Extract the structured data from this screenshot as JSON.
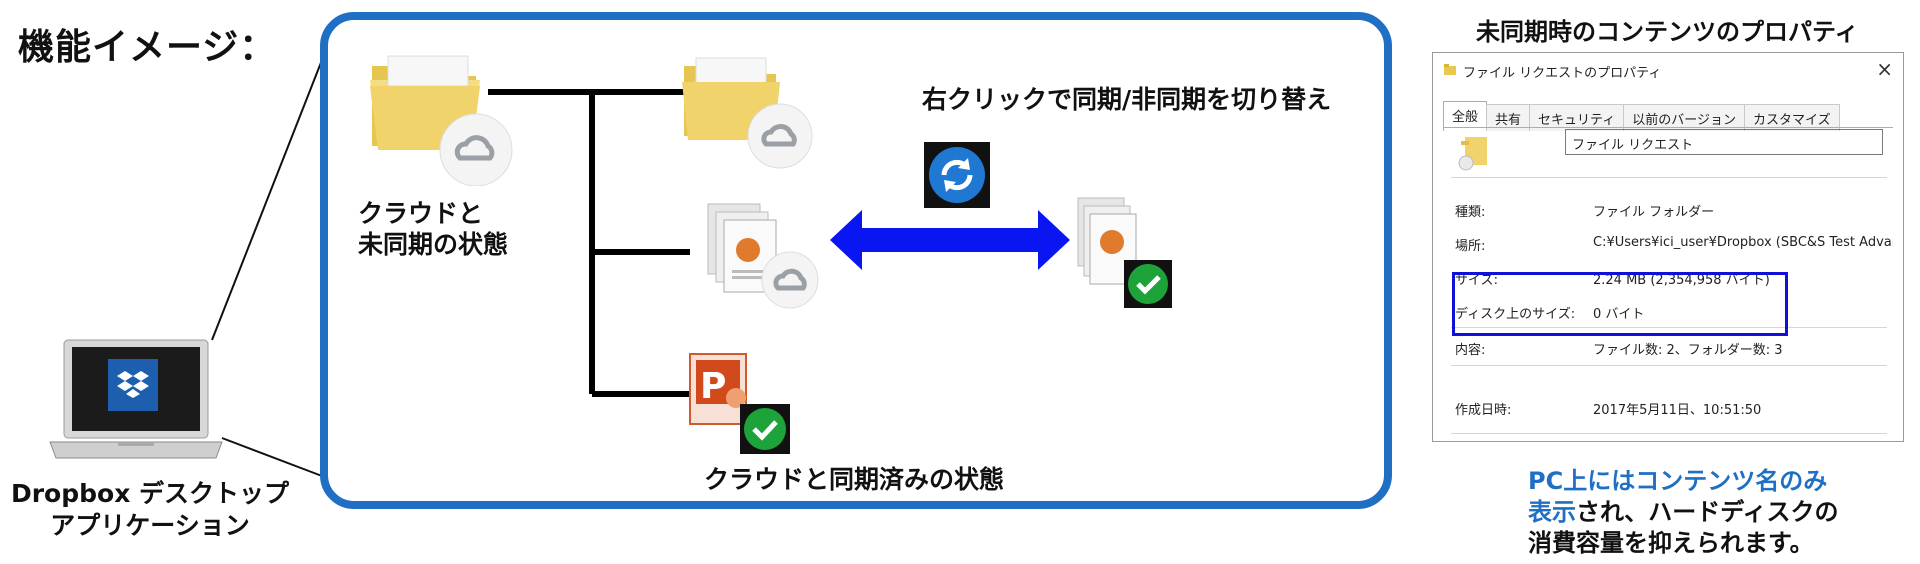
{
  "title": "機能イメージ：",
  "laptop": {
    "label_line1": "Dropbox デスクトップ",
    "label_line2": "アプリケーション"
  },
  "tree": {
    "unsynced_label_line1": "クラウドと",
    "unsynced_label_line2": "未同期の状態",
    "synced_label": "クラウドと同期済みの状態",
    "toggle_label": "右クリックで同期/非同期を切り替え"
  },
  "properties": {
    "heading": "未同期時のコンテンツのプロパティ",
    "window_title": "ファイル リクエストのプロパティ",
    "close_glyph": "×",
    "tabs": [
      "全般",
      "共有",
      "セキュリティ",
      "以前のバージョン",
      "カスタマイズ"
    ],
    "active_tab": "全般",
    "name_value": "ファイル リクエスト",
    "rows": [
      {
        "label": "種類:",
        "value": "ファイル フォルダー"
      },
      {
        "label": "場所:",
        "value": "C:¥Users¥ici_user¥Dropbox (SBC&S Test Advancec"
      },
      {
        "label": "サイズ:",
        "value": "2.24 MB (2,354,958 バイト)"
      },
      {
        "label": "ディスク上のサイズ:",
        "value": "0 バイト"
      },
      {
        "label": "内容:",
        "value": "ファイル数: 2、フォルダー数: 3"
      },
      {
        "label": "作成日時:",
        "value": "2017年5月11日、10:51:50"
      }
    ]
  },
  "note": {
    "line1_blue": "PC上にはコンテンツ名のみ",
    "line2_blue": "表示",
    "line2_rest": "され、ハードディスクの",
    "line3": "消費容量を抑えられます。"
  },
  "colors": {
    "panel_border": "#1f6fc5",
    "highlight_border": "#1010d8",
    "arrow": "#0a16f2",
    "check_green": "#1ea33a",
    "sync_icon_bg": "#1f78d1"
  }
}
